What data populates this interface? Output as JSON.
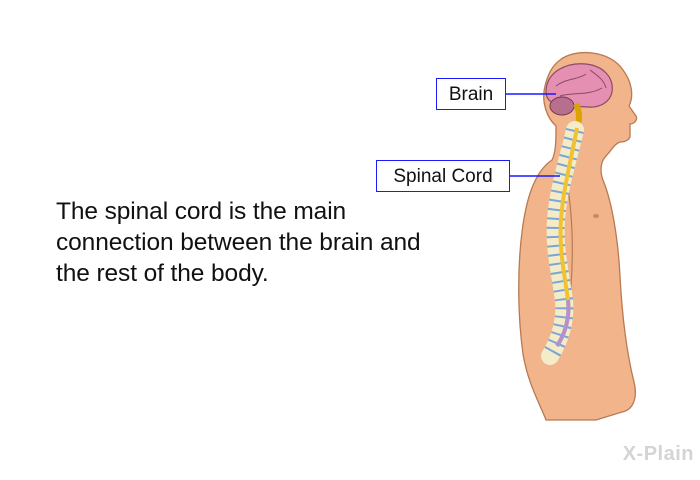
{
  "caption": "The spinal cord is the main connection between the brain and the rest of the body.",
  "labels": {
    "brain": "Brain",
    "spinal_cord": "Spinal Cord"
  },
  "logo": "X-Plain",
  "colors": {
    "callout_border": "#1a1aff",
    "skin": "#f2b48a",
    "skin_outline": "#b77a52",
    "brain": "#e58fb3",
    "spinal_cord": "#f1c232",
    "vertebra": "#f4ecc8",
    "disc": "#7aa6d6"
  }
}
